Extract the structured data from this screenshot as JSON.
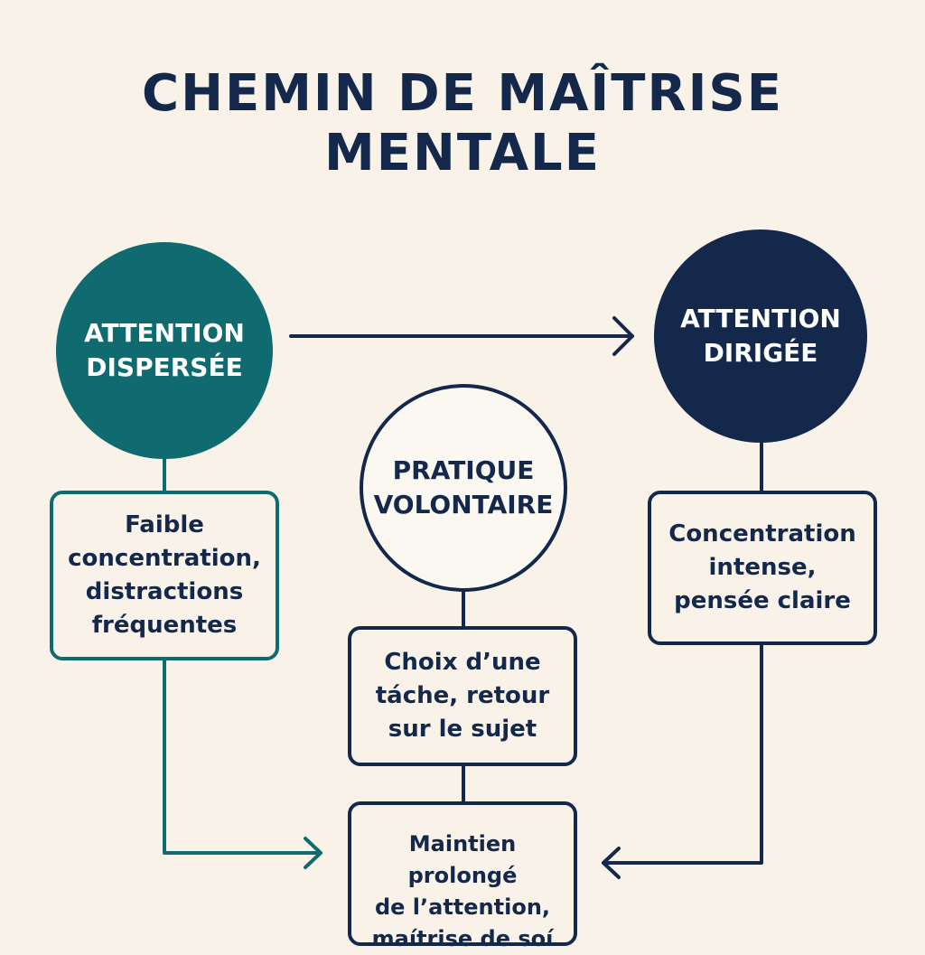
{
  "title": {
    "line1": "CHEMIN DE MAÎTRISE",
    "line2": "MENTALE"
  },
  "colors": {
    "background": "#f8f2e8",
    "navy": "#13284a",
    "teal": "#0f6b70"
  },
  "nodes": {
    "dispersed": {
      "line1": "ATTENTION",
      "line2": "DISPERSÉE",
      "desc": [
        "Faible",
        "concentration,",
        "distractions",
        "fréquentes"
      ]
    },
    "practice": {
      "line1": "PRATIQUE",
      "line2": "VOLONTAIRE",
      "desc": [
        "Choix d’une",
        "táche, retour",
        "sur le sujet"
      ]
    },
    "directed": {
      "line1": "ATTENTION",
      "line2": "DIRIGÉE",
      "desc": [
        "Concentration",
        "intense,",
        "pensée claire"
      ]
    },
    "outcome": {
      "desc": [
        "Maintien prolongé",
        "de l’attention,",
        "maítrise de soí"
      ]
    }
  }
}
